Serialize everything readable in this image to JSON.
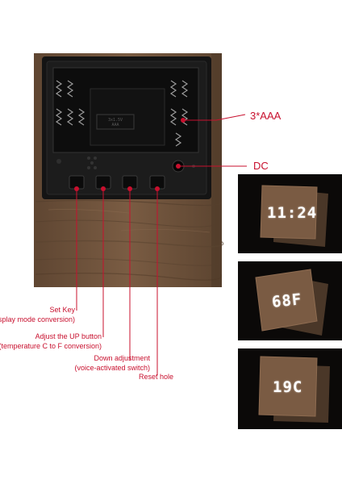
{
  "callouts": {
    "battery": "3*AAA",
    "dc": "DC",
    "set_key_line1": "Set Key",
    "set_key_line2": "(display mode conversion)",
    "up_line1": "Adjust the UP button",
    "up_line2": "(temperature C to F conversion)",
    "down_line1": "Down adjustment",
    "down_line2": "(voice-activated switch)",
    "reset": "Reset hole"
  },
  "compartment_text": {
    "label_line1": "3x1.5V",
    "label_line2": "AAA"
  },
  "panels": [
    {
      "display": "11:24"
    },
    {
      "display": "68F"
    },
    {
      "display": "19C"
    }
  ],
  "colors": {
    "accent_red": "#c8102e",
    "wood": "#6b5038",
    "wood_dark": "#4d3826",
    "panel_bg": "#0c0a09"
  }
}
